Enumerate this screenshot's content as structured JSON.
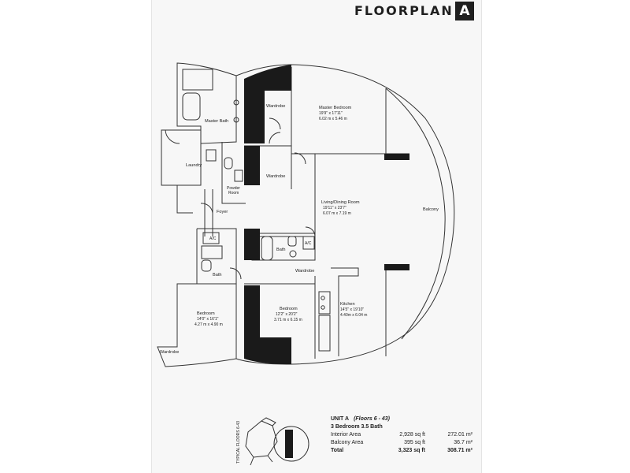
{
  "header": {
    "title": "FLOORPLAN",
    "letter": "A"
  },
  "rooms": {
    "master_bedroom": {
      "name": "Master Bedroom",
      "imperial": "19'9\" x 17'11\"",
      "metric": "6.02 m x 5.46 m"
    },
    "master_bath": "Master Bath",
    "wardrobe": "Wardrobe",
    "laundry": "Laundry",
    "powder_room_line1": "Powder",
    "powder_room_line2": "Room",
    "foyer": "Foyer",
    "living": {
      "name": "Living/Dining Room",
      "imperial": "19'11\" x 23'7\"",
      "metric": "6.07 m x 7.19 m"
    },
    "balcony": "Balcony",
    "ac": "A/C",
    "bath": "Bath",
    "bedroom_left": {
      "name": "Bedroom",
      "imperial": "14'0\" x 16'1\"",
      "metric": "4.27 m x 4.90 m"
    },
    "bedroom_center": {
      "name": "Bedroom",
      "imperial": "12'2\" x 20'2\"",
      "metric": "3.71 m x 6.15 m"
    },
    "kitchen": {
      "name": "Kitchen",
      "imperial": "14'5\" x 19'10\"",
      "metric": "4.40m x 6.04 m"
    }
  },
  "key_plan": {
    "label": "TYPICAL FLOORS 6-43"
  },
  "unit": {
    "title": "UNIT A",
    "floors": "(Floors 6 - 43)",
    "subtitle": "3 Bedroom 3.5 Bath",
    "rows": [
      {
        "label": "Interior Area",
        "sqft": "2,928 sq ft",
        "m2": "272.01 m²"
      },
      {
        "label": "Balcony Area",
        "sqft": "395 sq ft",
        "m2": "36.7 m²"
      },
      {
        "label": "Total",
        "sqft": "3,323 sq ft",
        "m2": "308.71 m²"
      }
    ]
  }
}
